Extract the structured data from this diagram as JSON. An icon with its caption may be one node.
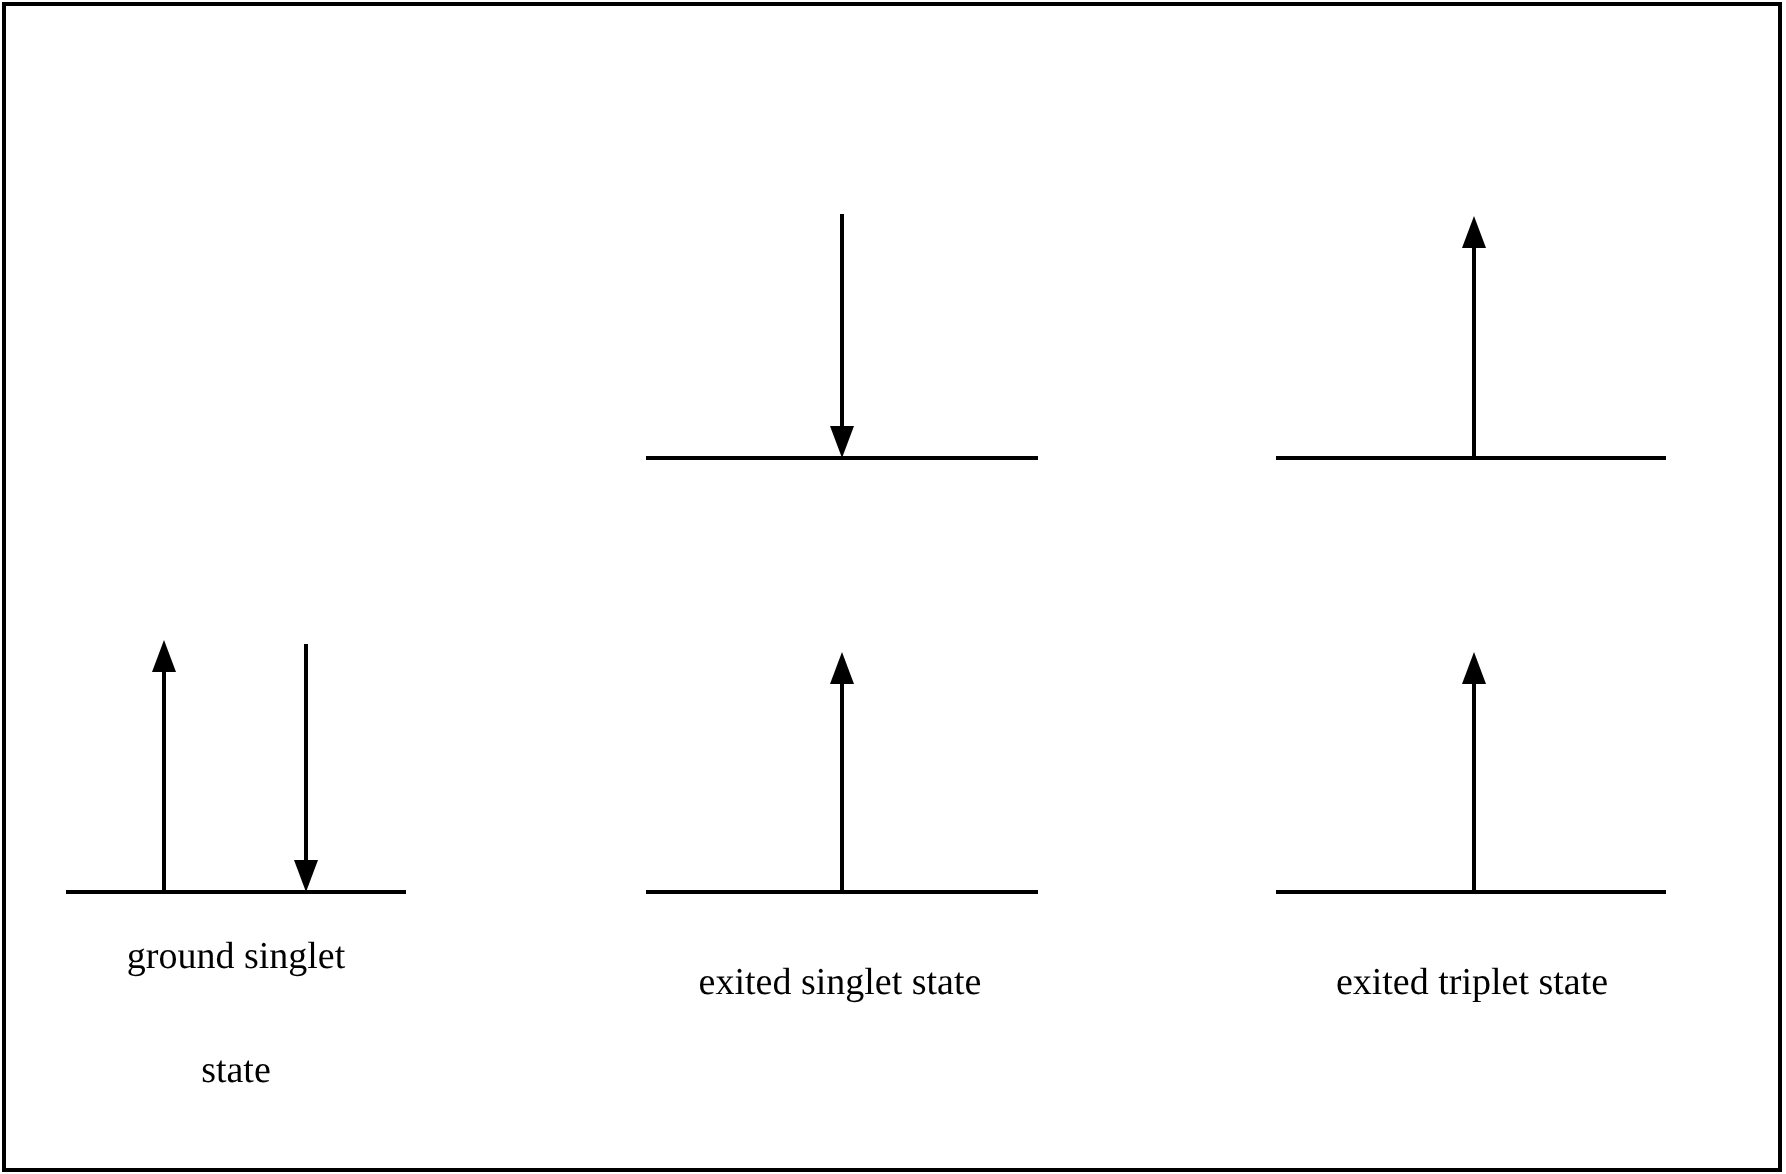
{
  "diagram": {
    "labels": [
      "ground singlet state",
      "exited singlet state",
      "exited triplet state"
    ]
  }
}
